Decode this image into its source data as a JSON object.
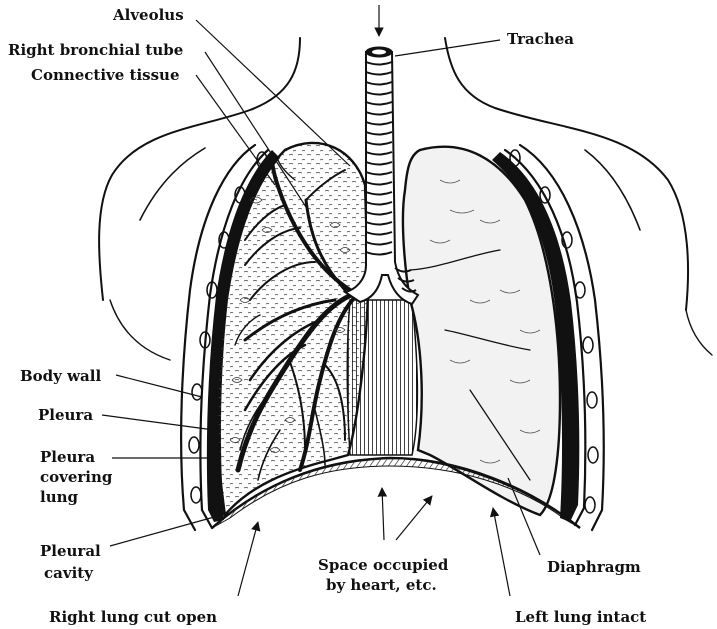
{
  "labels": {
    "alveolus": "Alveolus",
    "right_bronchial_tube": "Right bronchial tube",
    "connective_tissue": "Connective tissue",
    "trachea": "Trachea",
    "body_wall": "Body wall",
    "pleura": "Pleura",
    "pleura_covering_lung": [
      "Pleura",
      "covering",
      "lung"
    ],
    "pleural_cavity": [
      "Pleural",
      "cavity"
    ],
    "space_occupied": [
      "Space occupied",
      "by heart, etc."
    ],
    "diaphragm": "Diaphragm",
    "right_lung_cut_open": "Right lung cut open",
    "left_lung_intact": "Left lung intact"
  }
}
